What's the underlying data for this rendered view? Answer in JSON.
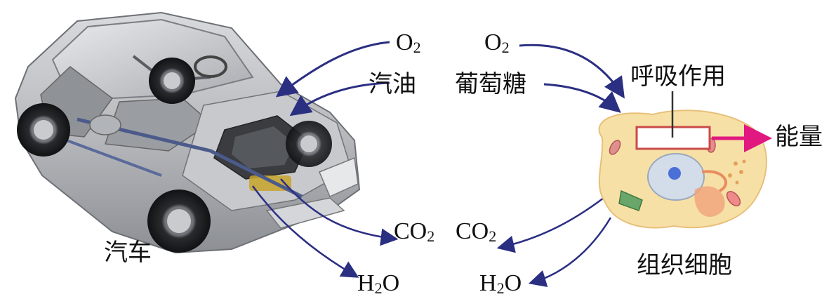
{
  "car": {
    "label": "汽车"
  },
  "car_inputs": {
    "oxygen": {
      "symbol": "O",
      "subscript": "2"
    },
    "fuel": "汽油"
  },
  "car_outputs": {
    "carbon_dioxide": {
      "symbol": "CO",
      "subscript": "2"
    },
    "water": {
      "prefix": "H",
      "subscript": "2",
      "suffix": "O"
    }
  },
  "cell_inputs": {
    "oxygen": {
      "symbol": "O",
      "subscript": "2"
    },
    "glucose": "葡萄糖"
  },
  "cell": {
    "label": "组织细胞",
    "process_label": "呼吸作用",
    "output": "能量"
  },
  "cell_outputs": {
    "carbon_dioxide": {
      "symbol": "CO",
      "subscript": "2"
    },
    "water": {
      "prefix": "H",
      "subscript": "2",
      "suffix": "O"
    }
  },
  "colors": {
    "arrow": "#2b2f82",
    "energy_arrow": "#e0187f",
    "cell_fill": "#f7e0a6",
    "cell_stroke": "#e7c07a",
    "nucleus": "#d3dce9",
    "nucleolus": "#4a6fd6",
    "process_box": "#c94a4a"
  }
}
